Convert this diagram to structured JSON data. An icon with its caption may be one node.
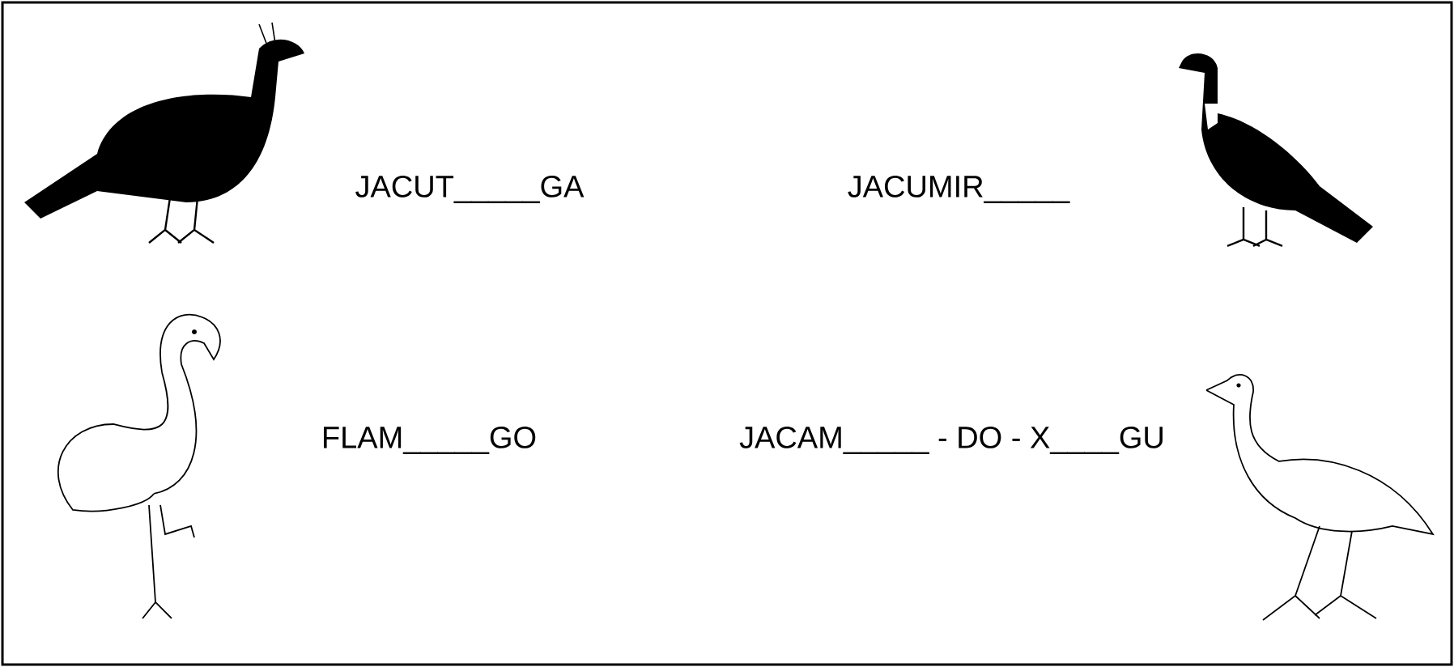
{
  "diagram": {
    "labels": [
      "JACUT_____GA",
      "JACUMIR_____",
      "FLAM_____GO",
      "JACAM_____ - DO - X____GU"
    ]
  }
}
